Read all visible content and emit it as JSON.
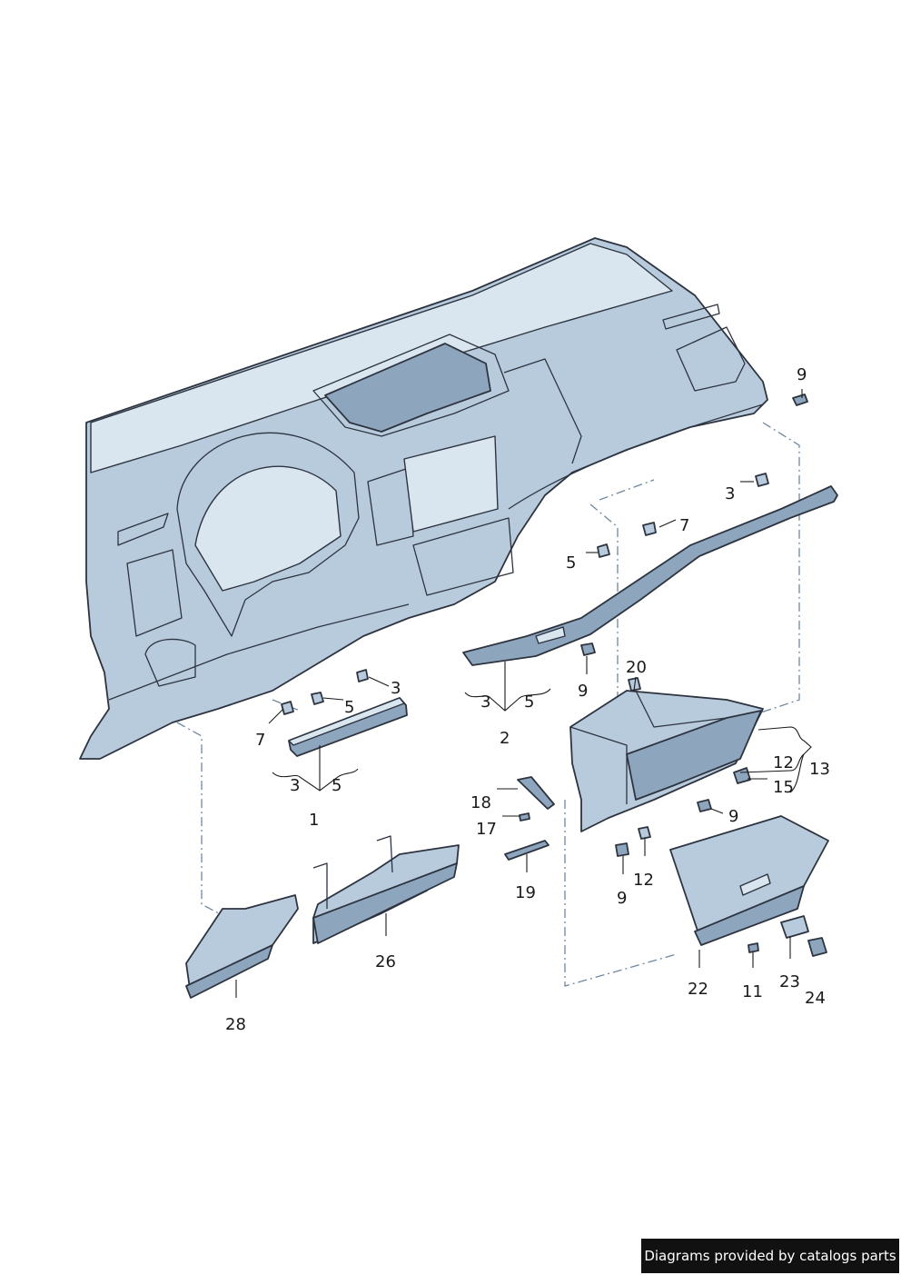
{
  "labels": {
    "l1": "1",
    "l2": "2",
    "l3a": "3",
    "l3b": "3",
    "l3c": "3",
    "l3d": "3",
    "l5a": "5",
    "l5b": "5",
    "l5c": "5",
    "l5d": "5",
    "l7a": "7",
    "l7b": "7",
    "l9a": "9",
    "l9b": "9",
    "l9c": "9",
    "l9d": "9",
    "l11": "11",
    "l12a": "12",
    "l12b": "12",
    "l13": "13",
    "l15": "15",
    "l17": "17",
    "l18": "18",
    "l19": "19",
    "l20": "20",
    "l22": "22",
    "l23": "23",
    "l24": "24",
    "l26": "26",
    "l28": "28"
  },
  "footer": {
    "text": "Diagrams provided by catalogs parts"
  }
}
